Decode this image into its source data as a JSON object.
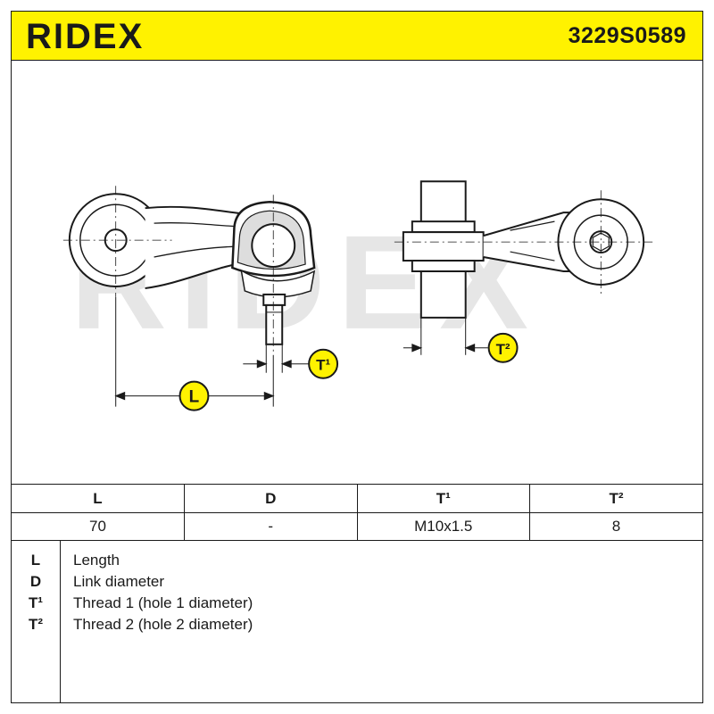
{
  "header": {
    "brand": "RIDEX",
    "part_number": "3229S0589",
    "accent_color": "#fff200"
  },
  "drawing": {
    "watermark": "RIDEX",
    "callouts": {
      "L": "L",
      "T1": "T¹",
      "T2": "T²"
    }
  },
  "spec_table": {
    "headers": [
      "L",
      "D",
      "T¹",
      "T²"
    ],
    "values": [
      "70",
      "-",
      "M10x1.5",
      "8"
    ]
  },
  "legend": [
    {
      "key": "L",
      "text": "Length"
    },
    {
      "key": "D",
      "text": "Link diameter"
    },
    {
      "key": "T¹",
      "text": "Thread 1 (hole 1 diameter)"
    },
    {
      "key": "T²",
      "text": "Thread 2 (hole 2 diameter)"
    }
  ]
}
